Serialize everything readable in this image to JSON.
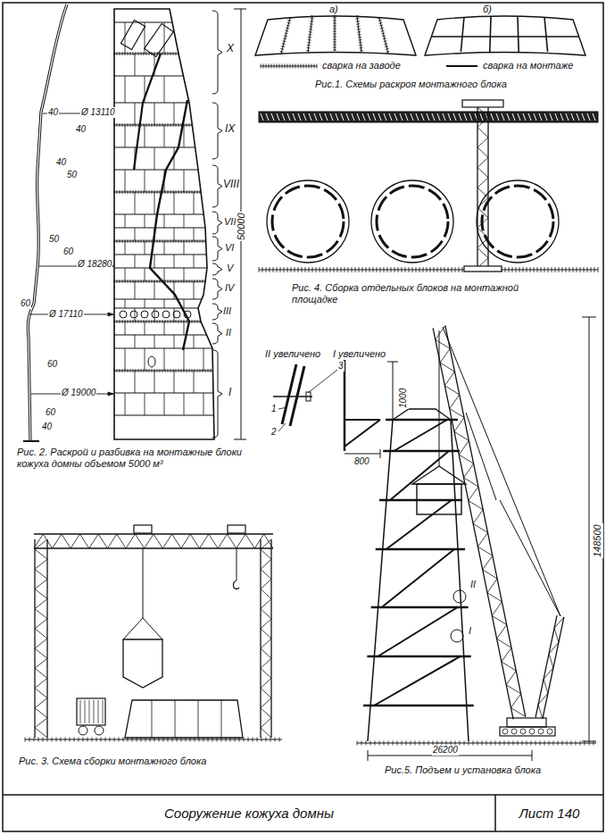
{
  "diagram": {
    "nodes": [
      {
        "text": [
          "Сооружение кожуха домны"
        ]
      },
      {
        "text": [
          "Лист 140"
        ]
      }
    ],
    "labels": [
      "40",
      "Ø 13110",
      "40",
      "40",
      "50",
      "50",
      "60",
      "Ø 18280",
      "60",
      "Ø 17110",
      "60",
      "Ø 19000",
      "60",
      "40",
      "X",
      "IX",
      "VIII",
      "VII",
      "VI",
      "V",
      "IV",
      "III",
      "II",
      "I",
      "50000",
      "Рис. 2. Раскрой и разбивка на монтажные блоки кожуха домны объемом 5000 м³",
      "а)",
      "б)",
      "Рис.1. Схемы раскроя монтажного блока",
      "Рис. 4. Сборка отдельных блоков на монтажной площадке",
      "Рис. 3. Схема сборки монтажного блока",
      "II увеличено",
      "I увеличено",
      "1",
      "2",
      "3",
      "1000",
      "800",
      "II",
      "I",
      "148500",
      "26200",
      "Рис.5. Подъем и установка блока"
    ],
    "legend": [
      {
        "text": "сварка на заводе"
      },
      {
        "text": "сварка на монтаже"
      }
    ]
  }
}
